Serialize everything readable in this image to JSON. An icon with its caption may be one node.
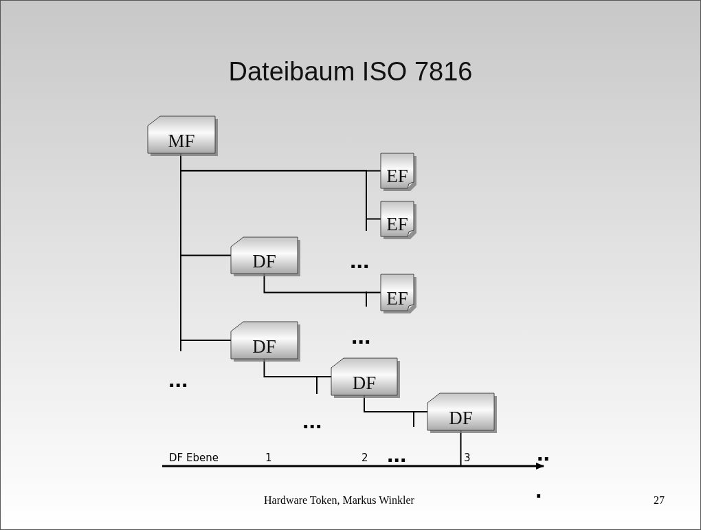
{
  "diagram": {
    "title": "Dateibaum ISO 7816",
    "nodes": [
      {
        "text": [
          "MF"
        ]
      },
      {
        "text": [
          "EF"
        ]
      },
      {
        "text": [
          "EF"
        ]
      },
      {
        "text": [
          "DF"
        ]
      },
      {
        "text": [
          "EF"
        ]
      },
      {
        "text": [
          "DF"
        ]
      },
      {
        "text": [
          "DF"
        ]
      },
      {
        "text": [
          "DF"
        ]
      }
    ],
    "edges": [
      {
        "from": 0,
        "to": 1,
        "arrow": "none"
      },
      {
        "from": 0,
        "to": 2,
        "arrow": "none"
      },
      {
        "from": 0,
        "to": 3,
        "arrow": "none"
      },
      {
        "from": 0,
        "to": 5,
        "arrow": "none"
      },
      {
        "from": 3,
        "to": 4,
        "arrow": "none"
      },
      {
        "from": 5,
        "to": 6,
        "arrow": "none"
      },
      {
        "from": 6,
        "to": 7,
        "arrow": "none"
      },
      {
        "from": 7,
        "to": null,
        "arrow": "none"
      }
    ],
    "labels": [
      "...",
      "...",
      "...",
      "...",
      "...",
      "DF Ebene",
      "1",
      "2",
      "3",
      "..",
      ".",
      "Hardware Token, Markus Winkler",
      "27"
    ]
  }
}
